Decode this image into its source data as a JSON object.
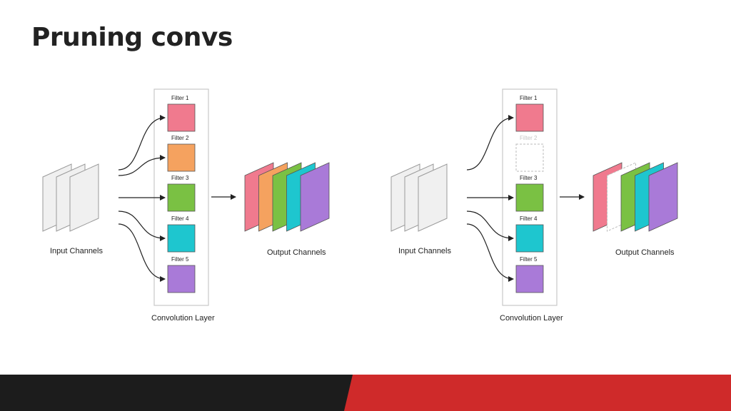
{
  "slide": {
    "title": "Pruning convs"
  },
  "colors": {
    "title": "#222222",
    "filter_1": "#f07a8e",
    "filter_2": "#f5a25f",
    "filter_3": "#7ac143",
    "filter_4": "#1ec6cf",
    "filter_5": "#a97ad8",
    "pruned_outline": "#bbbbbb",
    "footer_dark": "#1c1c1c",
    "footer_accent": "#cf2a2a"
  },
  "left_diagram": {
    "input_label": "Input Channels",
    "layer_label": "Convolution Layer",
    "output_label": "Output Channels",
    "filters": [
      {
        "label": "Filter 1",
        "color_key": "filter_1",
        "pruned": false
      },
      {
        "label": "Filter 2",
        "color_key": "filter_2",
        "pruned": false
      },
      {
        "label": "Filter 3",
        "color_key": "filter_3",
        "pruned": false
      },
      {
        "label": "Filter 4",
        "color_key": "filter_4",
        "pruned": false
      },
      {
        "label": "Filter 5",
        "color_key": "filter_5",
        "pruned": false
      }
    ]
  },
  "right_diagram": {
    "input_label": "Input Channels",
    "layer_label": "Convolution Layer",
    "output_label": "Output Channels",
    "filters": [
      {
        "label": "Filter 1",
        "color_key": "filter_1",
        "pruned": false
      },
      {
        "label": "Filter 2",
        "color_key": "filter_2",
        "pruned": true
      },
      {
        "label": "Filter 3",
        "color_key": "filter_3",
        "pruned": false
      },
      {
        "label": "Filter 4",
        "color_key": "filter_4",
        "pruned": false
      },
      {
        "label": "Filter 5",
        "color_key": "filter_5",
        "pruned": false
      }
    ]
  }
}
